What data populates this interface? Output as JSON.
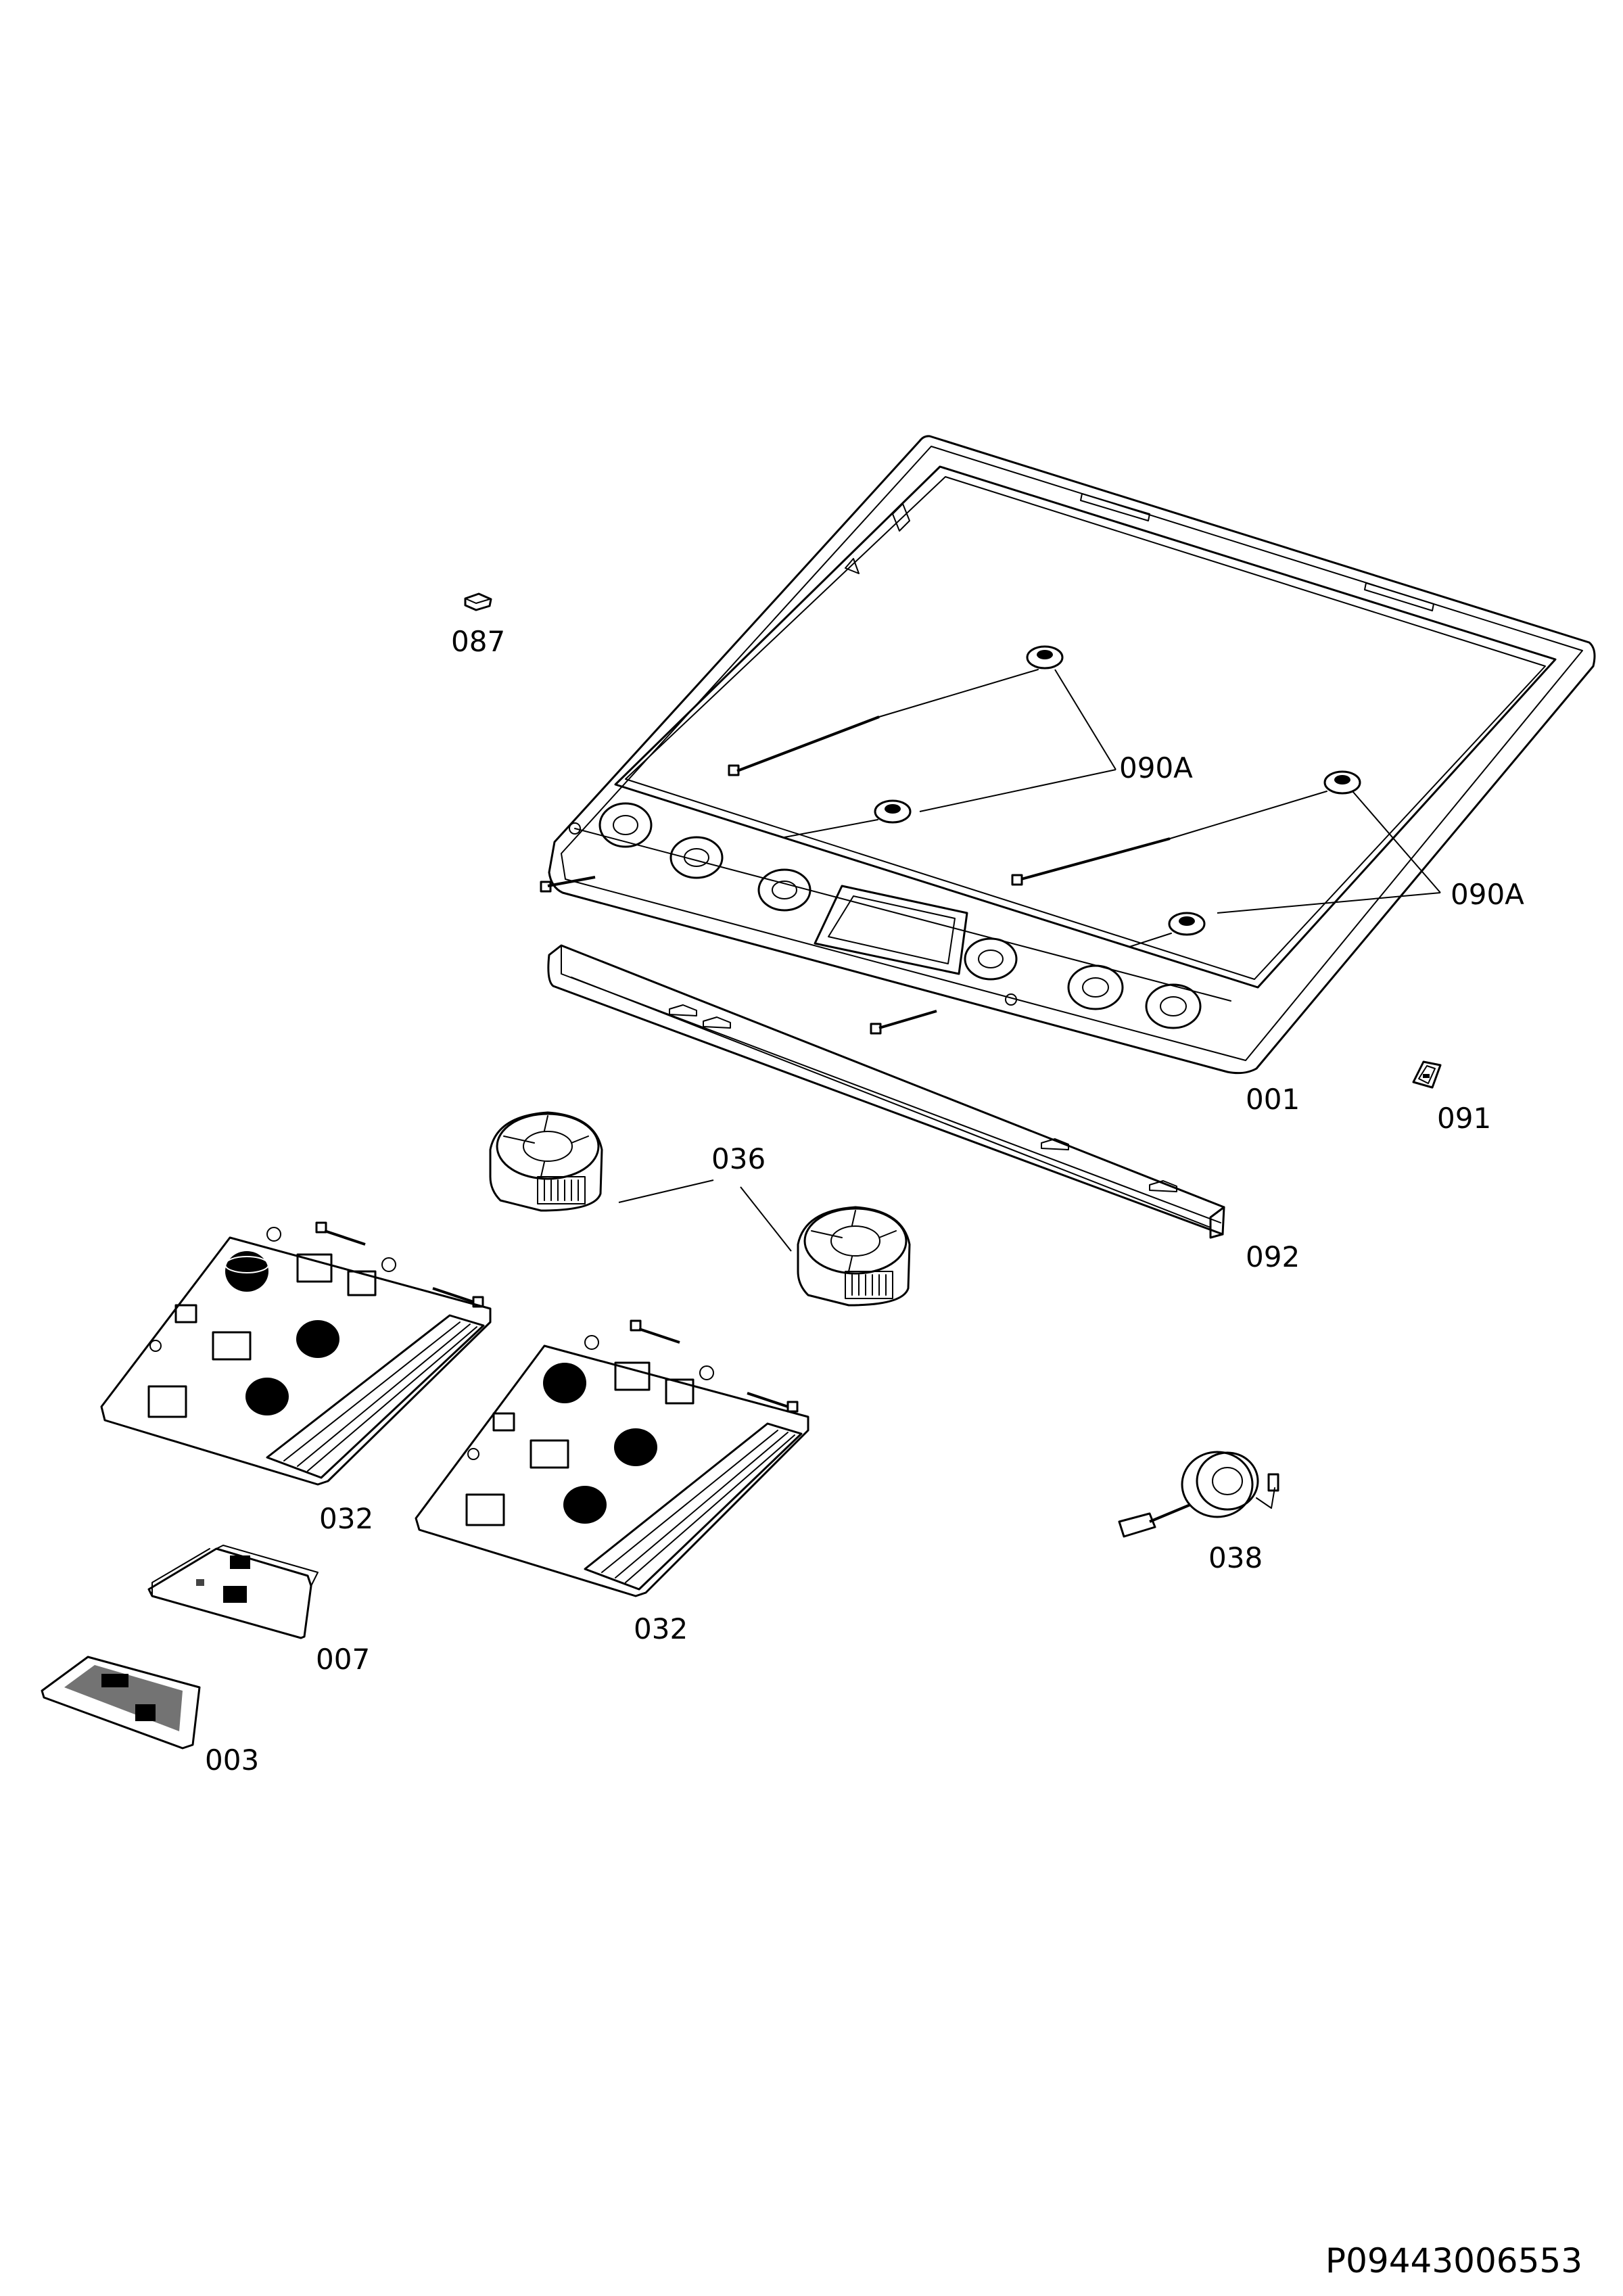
{
  "callouts": {
    "c087": "087",
    "c090a_upper": "090A",
    "c090a_lower": "090A",
    "c001": "001",
    "c091": "091",
    "c036": "036",
    "c092": "092",
    "c032_left": "032",
    "c032_right": "032",
    "c038": "038",
    "c007": "007",
    "c003": "003"
  },
  "document_number": "P09443006553",
  "colors": {
    "line": "#000000",
    "background": "#ffffff"
  }
}
